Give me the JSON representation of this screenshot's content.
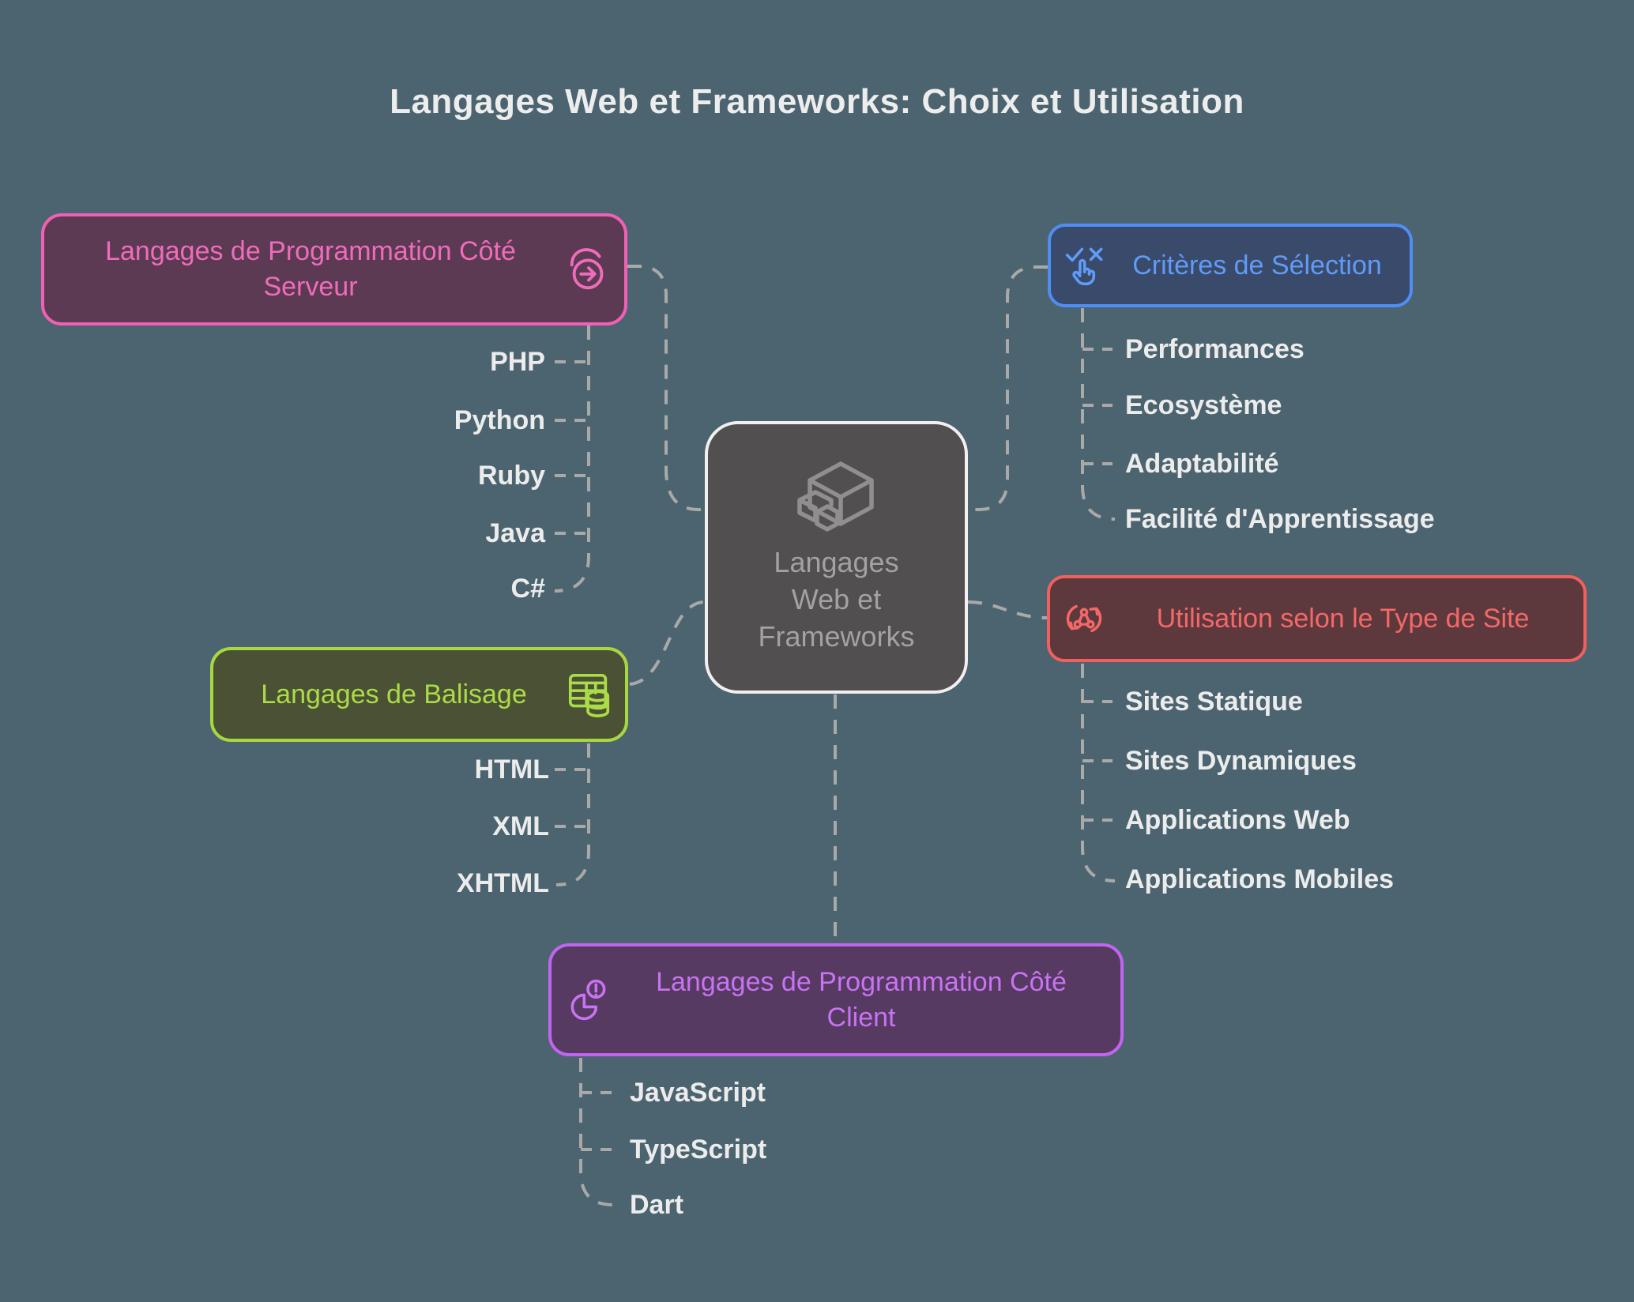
{
  "title": "Langages Web et Frameworks: Choix et Utilisation",
  "central": {
    "label": "Langages\nWeb et\nFrameworks",
    "icon": "cube-package-icon",
    "fill": "#514f4f",
    "border": "#f1efef",
    "text_color": "#a3a1a1"
  },
  "branches": {
    "server": {
      "title": "Langages de Programmation Côté Serveur",
      "icon": "circular-arrow-icon",
      "accent": "#f060b4",
      "fill": "#5c3a54",
      "items": [
        "PHP",
        "Python",
        "Ruby",
        "Java",
        "C#"
      ]
    },
    "markup": {
      "title": "Langages de Balisage",
      "icon": "table-database-icon",
      "accent": "#a8d840",
      "fill": "#4b5134",
      "items": [
        "HTML",
        "XML",
        "XHTML"
      ]
    },
    "client": {
      "title": "Langages de Programmation Côté Client",
      "icon": "pie-chart-alert-icon",
      "accent": "#c065ef",
      "fill": "#563a61",
      "items": [
        "JavaScript",
        "TypeScript",
        "Dart"
      ]
    },
    "criteria": {
      "title": "Critères de Sélection",
      "icon": "check-cross-hand-icon",
      "accent": "#4f8ef6",
      "fill": "#3a4a6a",
      "items": [
        "Performances",
        "Ecosystème",
        "Adaptabilité",
        "Facilité d'Apprentissage"
      ]
    },
    "usage": {
      "title": "Utilisation selon le Type de Site",
      "icon": "sync-network-icon",
      "accent": "#f25f5f",
      "fill": "#5d393d",
      "items": [
        "Sites Statique",
        "Sites Dynamiques",
        "Applications Web",
        "Applications Mobiles"
      ]
    }
  },
  "colors": {
    "background": "#4c6470",
    "connector": "#a9a9a9",
    "leaf_text": "#ececec",
    "title_text": "#ededed"
  }
}
